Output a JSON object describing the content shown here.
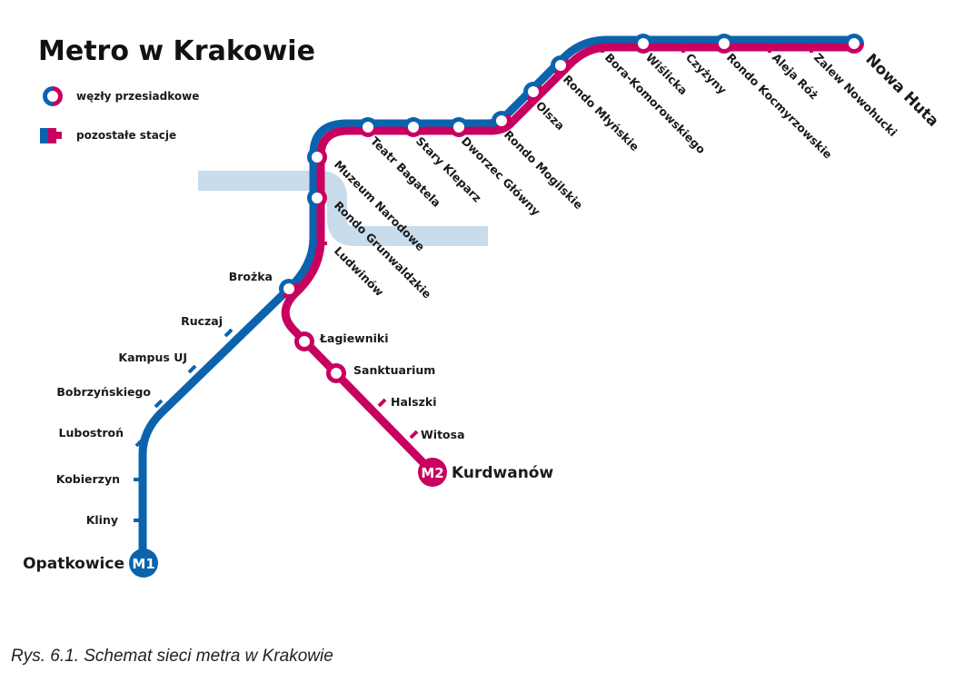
{
  "title": "Metro w Krakowie",
  "legend": {
    "interchange": "węzły przesiadkowe",
    "other": "pozostałe stacje"
  },
  "colors": {
    "m1": "#0b63ae",
    "m2": "#c8005f",
    "river": "#c9dcec"
  },
  "lines": {
    "m1_badge": "M1",
    "m2_badge": "M2"
  },
  "trunk_stations": [
    {
      "name": "Nowa Huta",
      "type": "interchange",
      "terminus": true
    },
    {
      "name": "Zalew Nowohucki",
      "type": "other"
    },
    {
      "name": "Aleja Róż",
      "type": "other"
    },
    {
      "name": "Rondo Kocmyrzowskie",
      "type": "interchange"
    },
    {
      "name": "Czyżyny",
      "type": "other"
    },
    {
      "name": "Wiślicka",
      "type": "interchange"
    },
    {
      "name": "Bora-Komorowskiego",
      "type": "other"
    },
    {
      "name": "Rondo Młyńskie",
      "type": "interchange"
    },
    {
      "name": "Olsza",
      "type": "interchange"
    },
    {
      "name": "Rondo Mogilskie",
      "type": "interchange"
    },
    {
      "name": "Dworzec Główny",
      "type": "interchange"
    },
    {
      "name": "Stary Kleparz",
      "type": "interchange"
    },
    {
      "name": "Teatr Bagatela",
      "type": "interchange"
    },
    {
      "name": "Muzeum Narodowe",
      "type": "interchange"
    },
    {
      "name": "Rondo Grunwaldzkie",
      "type": "interchange"
    },
    {
      "name": "Ludwinów",
      "type": "other"
    },
    {
      "name": "Brożka",
      "type": "interchange"
    }
  ],
  "m1_stations": [
    {
      "name": "Ruczaj",
      "type": "other"
    },
    {
      "name": "Kampus UJ",
      "type": "other"
    },
    {
      "name": "Bobrzyńskiego",
      "type": "other"
    },
    {
      "name": "Lubostroń",
      "type": "other"
    },
    {
      "name": "Kobierzyn",
      "type": "other"
    },
    {
      "name": "Kliny",
      "type": "other"
    },
    {
      "name": "Opatkowice",
      "type": "terminus"
    }
  ],
  "m2_stations": [
    {
      "name": "Łagiewniki",
      "type": "interchange"
    },
    {
      "name": "Sanktuarium",
      "type": "interchange"
    },
    {
      "name": "Halszki",
      "type": "other"
    },
    {
      "name": "Witosa",
      "type": "other"
    },
    {
      "name": "Kurdwanów",
      "type": "terminus"
    }
  ],
  "caption": "Rys. 6.1. Schemat sieci metra w Krakowie"
}
